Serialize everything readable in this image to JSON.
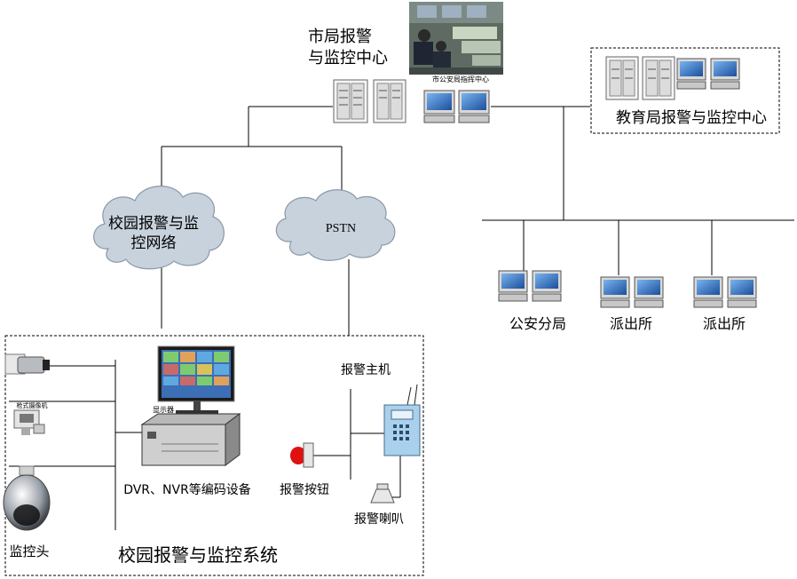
{
  "city_center": {
    "label_line1": "市局报警",
    "label_line2": "与监控中心",
    "photo_caption": "市公安局指挥中心"
  },
  "education_center": {
    "label": "教育局报警与监控中心"
  },
  "campus_network": {
    "label_line1": "校园报警与监",
    "label_line2": "控网络"
  },
  "pstn": {
    "label": "PSTN"
  },
  "branches": [
    {
      "label": "公安分局"
    },
    {
      "label": "派出所"
    },
    {
      "label": "派出所"
    }
  ],
  "campus_system": {
    "title": "校园报警与监控系统",
    "monitor_caption": "显示器",
    "dvr_label": "DVR、NVR等编码设备",
    "alarm_host_label": "报警主机",
    "alarm_button_label": "报警按钮",
    "alarm_speaker_label": "报警喇叭",
    "camera_label": "监控头",
    "camcorder_caption": "枪式摄像机"
  },
  "colors": {
    "line": "#000000",
    "cloud_fill": "#c8d2dc",
    "cloud_stroke": "#8a98a8",
    "screen_blue": "#2a63b8",
    "button_red": "#e01010",
    "alarm_host": "#a9d1ee"
  }
}
